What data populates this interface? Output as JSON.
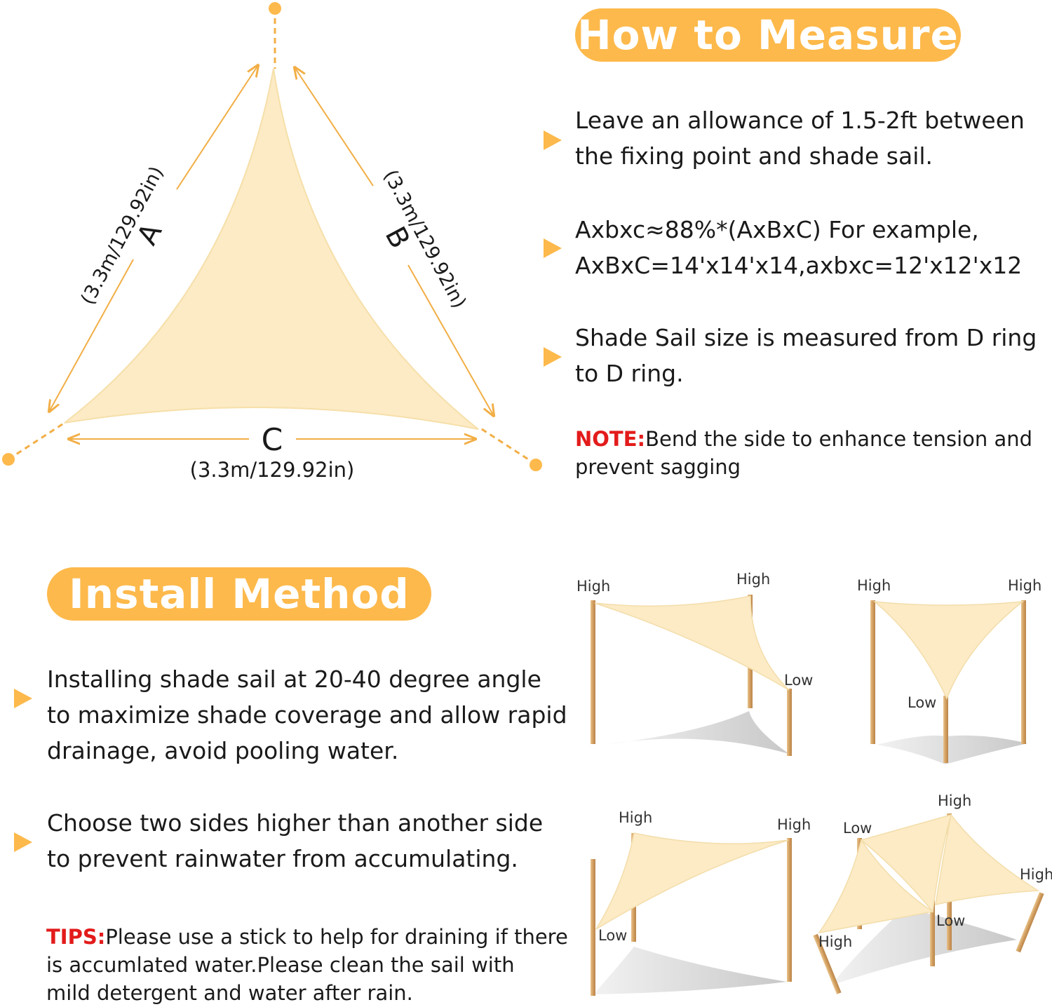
{
  "colors": {
    "accent": "#FDB94B",
    "sail": "#FCEBC5",
    "pole": "#D7A667",
    "note_red": "#E31B1B"
  },
  "measure": {
    "title": "How to Measure",
    "items": [
      {
        "lines": [
          "Leave an allowance of 1.5-2ft between",
          "the fixing point and shade sail."
        ]
      },
      {
        "lines": [
          "Axbxc≈88%*(AxBxC) For example,",
          "AxBxC=14'x14'x14,axbxc=12'x12'x12"
        ]
      },
      {
        "lines": [
          "Shade Sail size is measured from D ring",
          "to D ring."
        ]
      }
    ],
    "note_label": "NOTE:",
    "note_text": "Bend the side to enhance tension and",
    "note_text2": "prevent sagging"
  },
  "triangle": {
    "side_a_letter": "A",
    "side_b_letter": "B",
    "side_c_letter": "C",
    "side_a_size": "(3.3m/129.92in)",
    "side_b_size": "(3.3m/129.92in)",
    "side_c_size": "(3.3m/129.92in)"
  },
  "install": {
    "title": "Install Method",
    "items": [
      {
        "lines": [
          "Installing shade sail at 20-40 degree angle",
          "to maximize shade coverage and allow rapid",
          "drainage, avoid pooling water."
        ]
      },
      {
        "lines": [
          "Choose two sides higher than another side",
          "to prevent rainwater from accumulating."
        ]
      }
    ],
    "tips_label": "TIPS:",
    "tips_text": "Please use a stick to help for draining if there",
    "tips_line2": "is accumlated water.Please clean the sail with",
    "tips_line3": "mild detergent and water after rain."
  },
  "diagrams": {
    "d1": {
      "left": "High",
      "right": "High",
      "low": "Low"
    },
    "d2": {
      "left": "High",
      "right": "High",
      "low": "Low"
    },
    "d3": {
      "left": "High",
      "right": "High",
      "low": "Low"
    },
    "d4": {
      "top": "High",
      "low1": "Low",
      "right": "High",
      "low2": "Low",
      "bottom": "High"
    }
  }
}
